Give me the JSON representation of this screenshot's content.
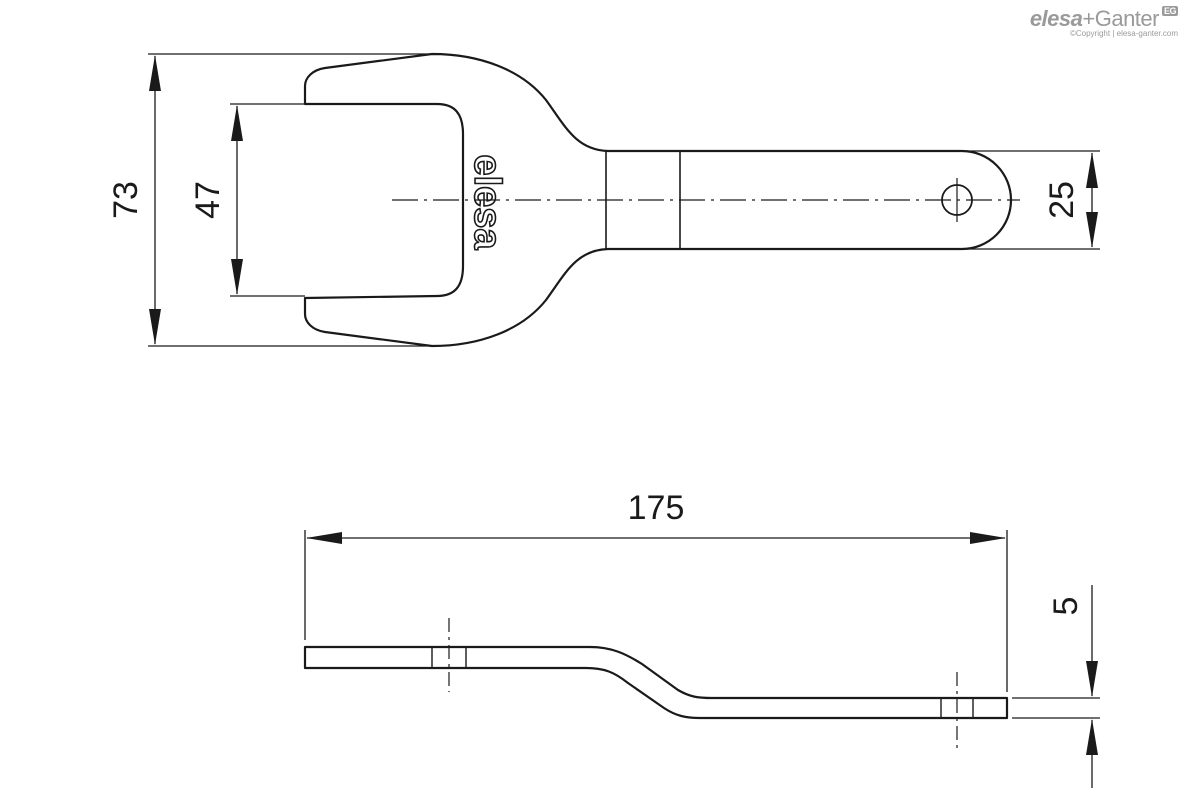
{
  "brand": {
    "logo_elesa": "elesa",
    "logo_ganter": "+Ganter",
    "badge": "EG",
    "copyright": "©Copyright | elesa-ganter.com"
  },
  "part": {
    "engraving": "elesa"
  },
  "dimensions": {
    "overall_height": "73",
    "jaw_opening": "47",
    "handle_width": "25",
    "overall_length": "175",
    "offset": "5"
  }
}
